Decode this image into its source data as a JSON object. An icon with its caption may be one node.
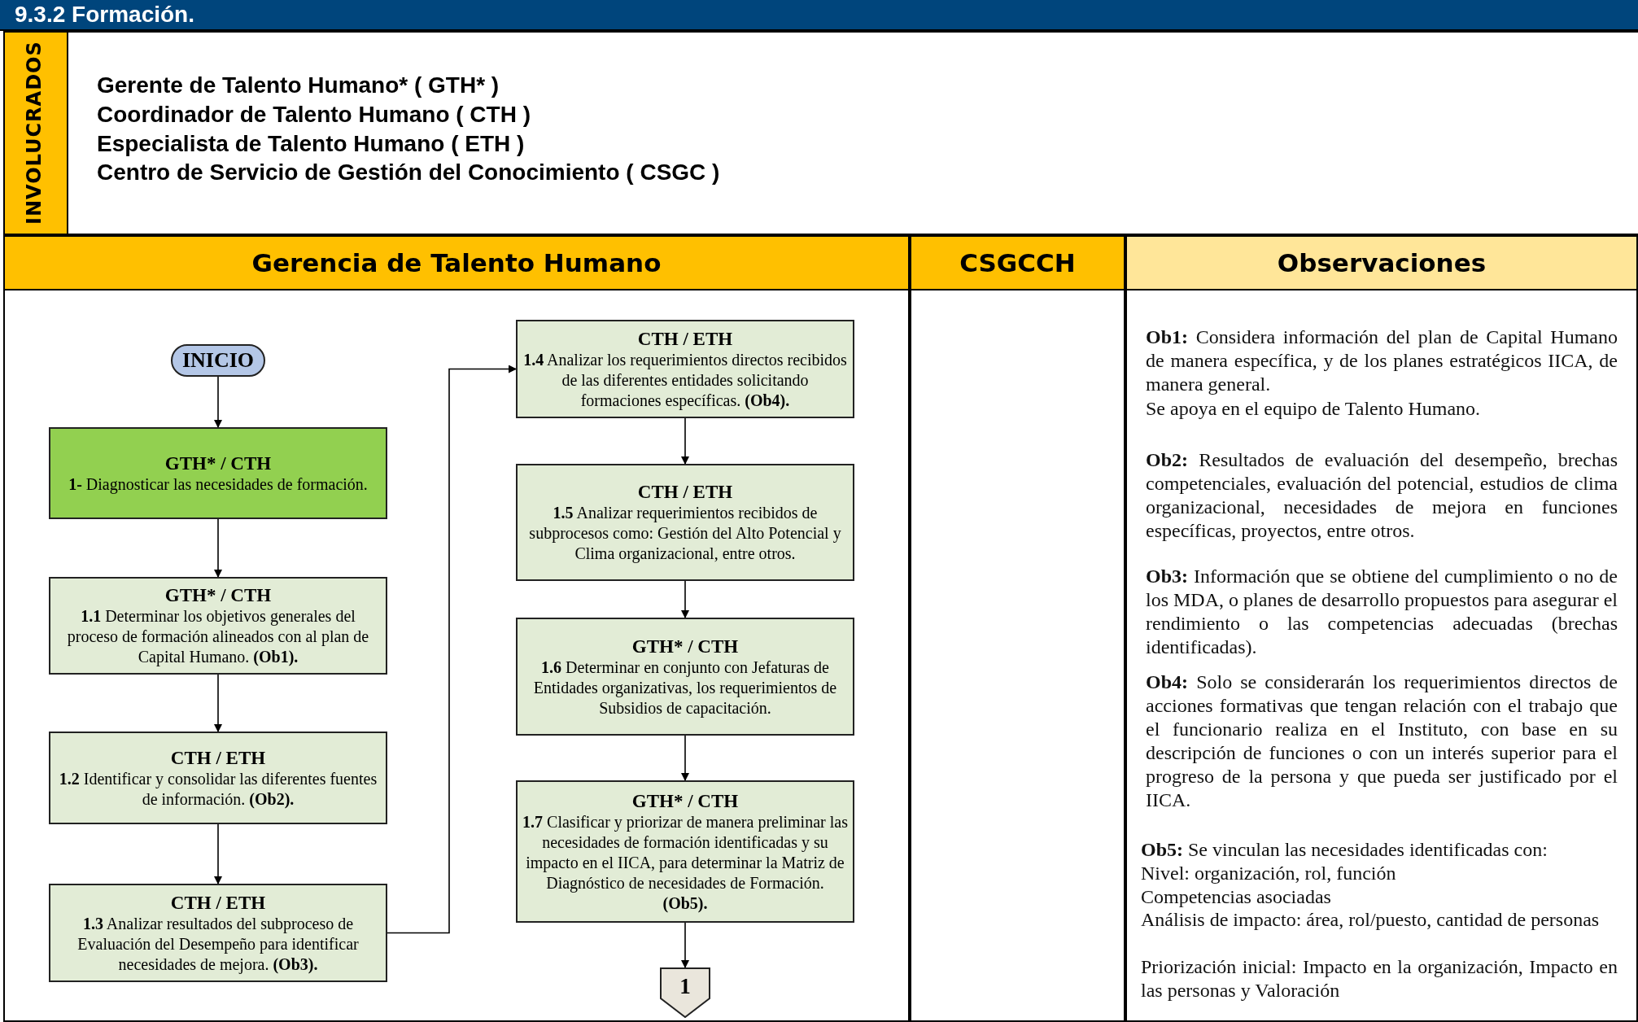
{
  "diagram": {
    "title": "9.3.2 Formación.",
    "nodes": [
      {
        "text": [
          "Gerencia de Talento Humano"
        ]
      },
      {
        "text": [
          "CSGCCH"
        ]
      },
      {
        "text": [
          "Observaciones"
        ]
      },
      {
        "text": [
          "INICIO"
        ],
        "in": 0
      },
      {
        "text": [
          "GTH* / CTH",
          "**1-** Diagnosticar las necesidades de formación."
        ],
        "in": 0
      },
      {
        "text": [
          "GTH* / CTH",
          "**1.1** Determinar los objetivos generales del proceso de formación alineados con al plan de Capital Humano. **(Ob1).**"
        ],
        "in": 0
      },
      {
        "text": [
          "CTH / ETH",
          "**1.2** Identificar y consolidar las diferentes fuentes de información. **(Ob2).**"
        ],
        "in": 0
      },
      {
        "text": [
          "CTH / ETH",
          "**1.3** Analizar resultados del subproceso de Evaluación del Desempeño para identificar necesidades de mejora. **(Ob3).**"
        ],
        "in": 0
      },
      {
        "text": [
          "CTH / ETH",
          "**1.4** Analizar los requerimientos directos recibidos de las diferentes entidades solicitando formaciones específicas. **(Ob4).**"
        ],
        "in": 0
      },
      {
        "text": [
          "CTH / ETH",
          "**1.5** Analizar requerimientos recibidos de subprocesos como: Gestión del Alto Potencial y Clima organizacional, entre otros."
        ],
        "in": 0
      },
      {
        "text": [
          "GTH* / CTH",
          "**1.6** Determinar en conjunto con Jefaturas de Entidades organizativas, los requerimientos de Subsidios de capacitación."
        ],
        "in": 0
      },
      {
        "text": [
          "GTH* / CTH",
          "**1.7** Clasificar y priorizar de manera preliminar las necesidades de formación identificadas y su impacto en el IICA, para determinar la Matriz de Diagnóstico de necesidades de Formación. **(Ob5).**"
        ],
        "in": 0
      },
      {
        "text": [
          "1"
        ],
        "in": 0
      }
    ],
    "edges": [
      {
        "from": 3,
        "to": 4,
        "arrow": "to"
      },
      {
        "from": 4,
        "to": 5,
        "arrow": "to"
      },
      {
        "from": 5,
        "to": 6,
        "arrow": "to"
      },
      {
        "from": 6,
        "to": 7,
        "arrow": "to"
      },
      {
        "from": 7,
        "to": 8,
        "arrow": "to"
      },
      {
        "from": 8,
        "to": 9,
        "arrow": "to"
      },
      {
        "from": 9,
        "to": 10,
        "arrow": "to"
      },
      {
        "from": 10,
        "to": 11,
        "arrow": "to"
      },
      {
        "from": 11,
        "to": 12,
        "arrow": "to"
      }
    ],
    "labels": [
      "INVOLUCRADOS",
      "Gerente de Talento Humano* ( GTH* )",
      "Coordinador de Talento Humano ( CTH )",
      "Especialista de Talento Humano ( ETH )",
      "Centro de Servicio de Gestión del Conocimiento ( CSGC )",
      "**Ob1:** Considera información del plan de Capital Humano de manera específica, y de los planes estratégicos IICA, de manera general.",
      "Se apoya en el equipo de Talento Humano.",
      "**Ob2:** Resultados de evaluación del desempeño, brechas competenciales, evaluación del potencial, estudios de clima organizacional, necesidades de mejora en funciones específicas, proyectos, entre otros.",
      "**Ob3:** Información que se obtiene del cumplimiento o no de los MDA, o planes de desarrollo propuestos para asegurar el rendimiento o las competencias adecuadas (brechas identificadas).",
      "**Ob4:** Solo se considerarán los requerimientos directos de acciones formativas que tengan relación con el trabajo que el funcionario realiza en el Instituto, con base en su descripción de funciones o con un interés superior para el progreso de la persona y que pueda ser justificado por el IICA.",
      "**Ob5:** Se vinculan las necesidades identificadas con:",
      "Nivel: organización, rol, función",
      "Competencias asociadas",
      "Análisis de impacto: área, rol/puesto, cantidad de personas",
      "Priorización inicial: Impacto en la organización, Impacto en las personas y Valoración"
    ]
  }
}
